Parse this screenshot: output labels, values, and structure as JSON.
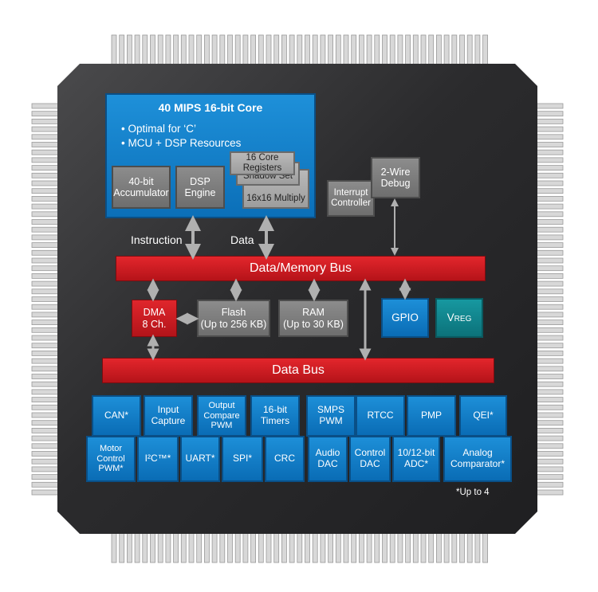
{
  "core": {
    "title": "40 MIPS 16-bit Core",
    "bullet1": "• Optimal for ‘C’",
    "bullet2": "• MCU + DSP Resources",
    "accumulator": [
      "40-bit",
      "Accumulator"
    ],
    "dsp_engine": [
      "DSP",
      "Engine"
    ],
    "core_registers": [
      "16 Core",
      "Registers"
    ],
    "shadow_set": "Shadow Set",
    "multiply": "16x16 Multiply"
  },
  "labels": {
    "instruction": "Instruction",
    "data": "Data"
  },
  "interrupt_controller": [
    "Interrupt",
    "Controller"
  ],
  "two_wire_debug": [
    "2-Wire",
    "Debug"
  ],
  "data_memory_bus": "Data/Memory Bus",
  "dma": [
    "DMA",
    "8 Ch."
  ],
  "flash": [
    "Flash",
    "(Up to 256 KB)"
  ],
  "ram": [
    "RAM",
    "(Up to 30 KB)"
  ],
  "gpio": "GPIO",
  "vreg": {
    "prefix": "V",
    "sub": "REG"
  },
  "data_bus": "Data Bus",
  "peripherals_row1": [
    {
      "name": "can",
      "lines": [
        "CAN*"
      ]
    },
    {
      "name": "input-capture",
      "lines": [
        "Input",
        "Capture"
      ]
    },
    {
      "name": "output-compare-pwm",
      "lines": [
        "Output",
        "Compare",
        "PWM"
      ]
    },
    {
      "name": "timers",
      "lines": [
        "16-bit",
        "Timers"
      ]
    },
    {
      "name": "smps-pwm",
      "lines": [
        "SMPS",
        "PWM"
      ]
    },
    {
      "name": "rtcc",
      "lines": [
        "RTCC"
      ]
    },
    {
      "name": "pmp",
      "lines": [
        "PMP"
      ]
    },
    {
      "name": "qei",
      "lines": [
        "QEI*"
      ]
    }
  ],
  "peripherals_row2": [
    {
      "name": "motor-control-pwm",
      "lines": [
        "Motor",
        "Control",
        "PWM*"
      ]
    },
    {
      "name": "i2c",
      "lines": [
        "I²C™*"
      ]
    },
    {
      "name": "uart",
      "lines": [
        "UART*"
      ]
    },
    {
      "name": "spi",
      "lines": [
        "SPI*"
      ]
    },
    {
      "name": "crc",
      "lines": [
        "CRC"
      ]
    },
    {
      "name": "audio-dac",
      "lines": [
        "Audio",
        "DAC"
      ]
    },
    {
      "name": "control-dac",
      "lines": [
        "Control",
        "DAC"
      ]
    },
    {
      "name": "adc",
      "lines": [
        "10/12-bit",
        "ADC*"
      ]
    },
    {
      "name": "analog-comparator",
      "lines": [
        "Analog",
        "Comparator*"
      ]
    }
  ],
  "footnote": "*Up to 4",
  "colors": {
    "chip": "#2b2b2d",
    "blue": "#0b6fb8",
    "red": "#c8191f",
    "grey": "#7a7a7a",
    "teal": "#0f8088"
  }
}
